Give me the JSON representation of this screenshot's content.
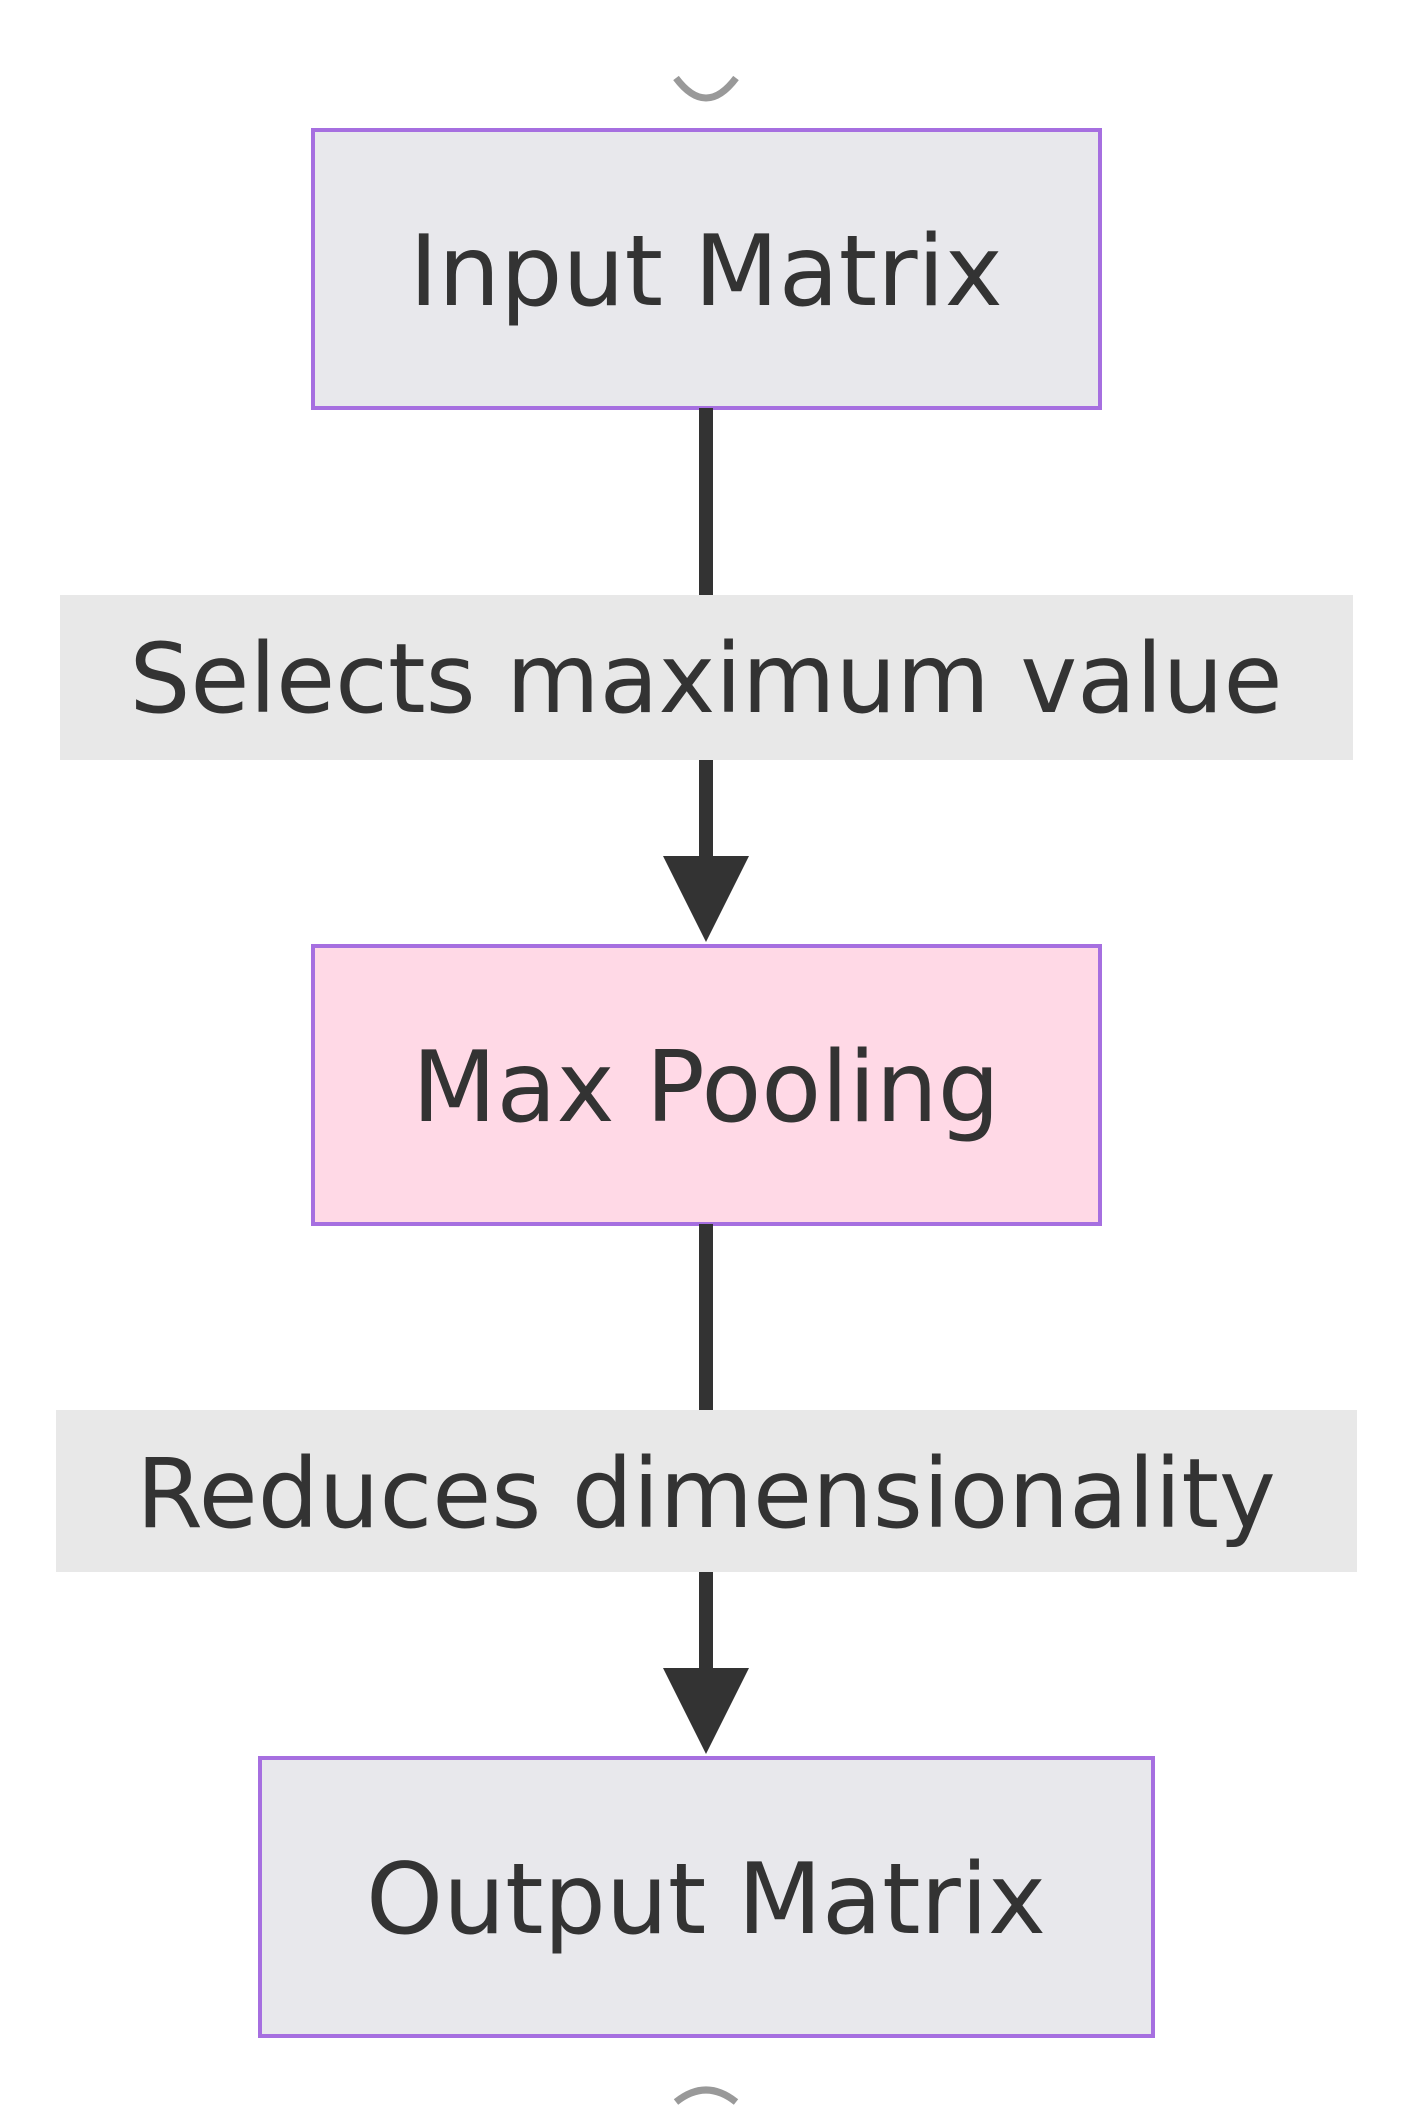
{
  "diagram": {
    "type": "flowchart",
    "direction": "top-to-bottom",
    "nodes": [
      {
        "id": "input",
        "label": "Input Matrix",
        "fill": "#e8e8ec",
        "stroke": "#a66fe0"
      },
      {
        "id": "pool",
        "label": "Max Pooling",
        "fill": "#ffd9e6",
        "stroke": "#a66fe0"
      },
      {
        "id": "output",
        "label": "Output Matrix",
        "fill": "#e8e8ec",
        "stroke": "#a66fe0"
      }
    ],
    "edges": [
      {
        "from": "input",
        "to": "pool",
        "label": "Selects maximum value"
      },
      {
        "from": "pool",
        "to": "output",
        "label": "Reduces dimensionality"
      }
    ]
  },
  "colors": {
    "edge": "#333333",
    "edge_label_bg": "#e8e8e8",
    "text": "#333333",
    "node_border": "#a66fe0"
  }
}
